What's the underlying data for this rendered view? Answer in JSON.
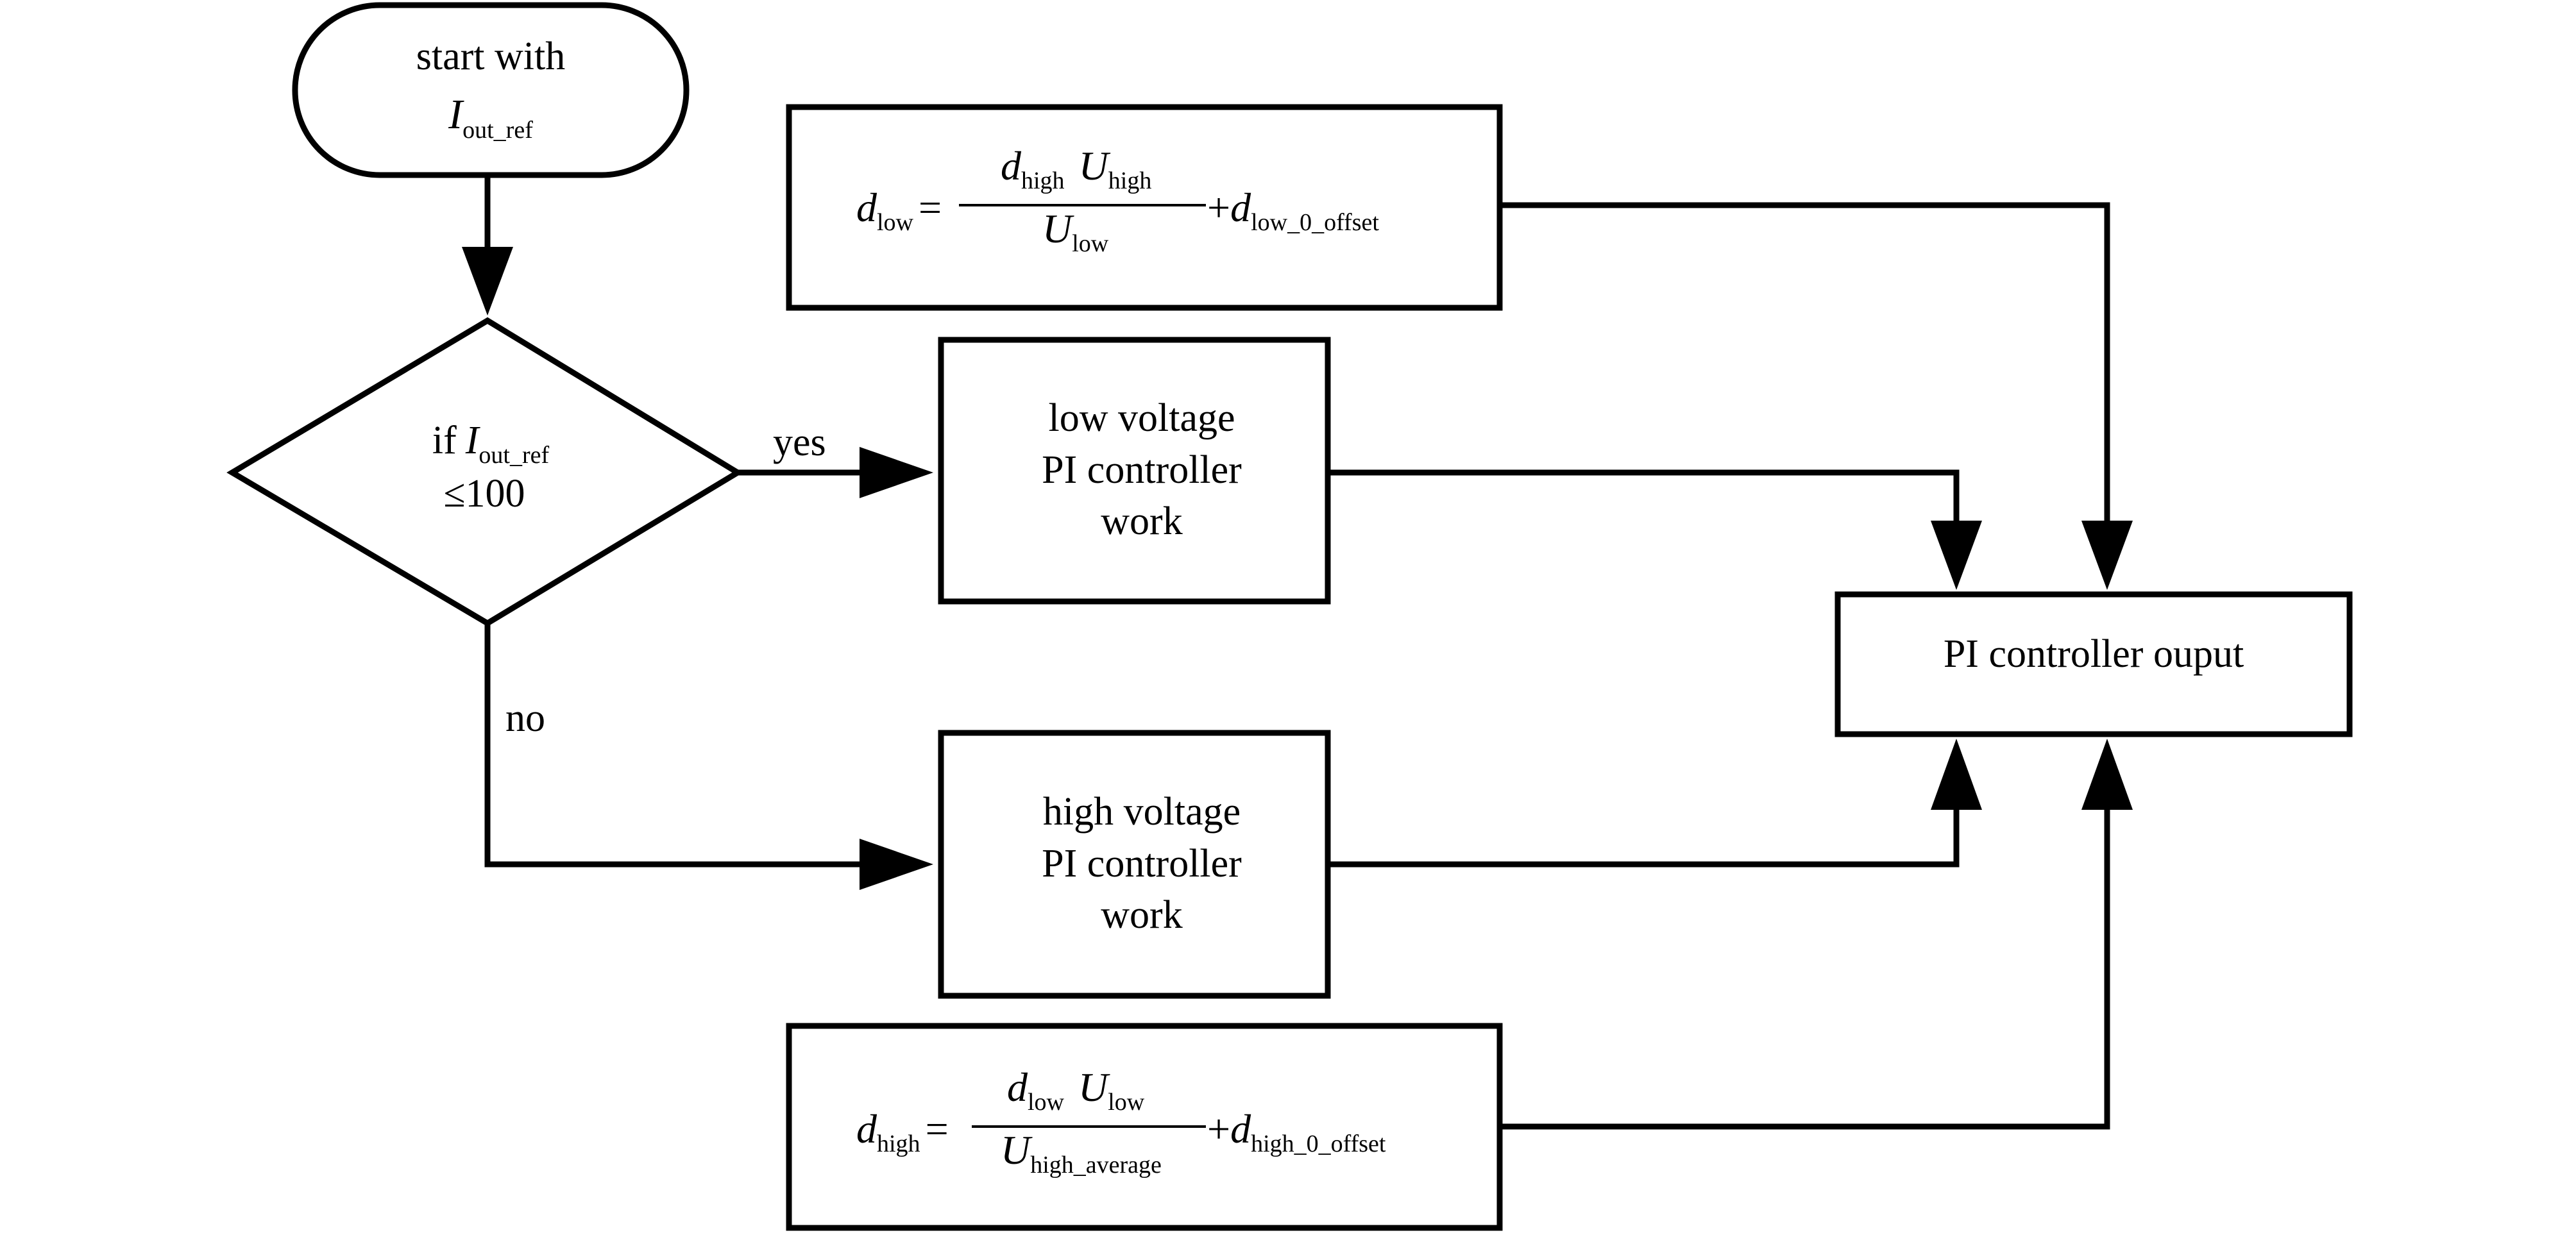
{
  "colors": {
    "stroke": "#000000",
    "background": "#ffffff",
    "text": "#000000"
  },
  "start": {
    "line1": "start with",
    "var": "I",
    "var_sub": "out_ref"
  },
  "decision": {
    "prefix": "if",
    "var": "I",
    "var_sub": "out_ref",
    "condition": "≤100"
  },
  "branch_labels": {
    "yes": "yes",
    "no": "no"
  },
  "low_pi": {
    "line1": "low voltage",
    "line2": "PI controller",
    "line3": "work"
  },
  "high_pi": {
    "line1": "high voltage",
    "line2": "PI controller",
    "line3": "work"
  },
  "output": {
    "label": "PI controller ouput"
  },
  "formula_low": {
    "lhs": "d",
    "lhs_sub": "low",
    "eq": "=",
    "num_d": "d",
    "num_d_sub": "high",
    "num_u": "U",
    "num_u_sub": "high",
    "den_u": "U",
    "den_u_sub": "low",
    "plus": "+",
    "off_d": "d",
    "off_sub": "low_0_offset"
  },
  "formula_high": {
    "lhs": "d",
    "lhs_sub": "high",
    "eq": "=",
    "num_d": "d",
    "num_d_sub": "low",
    "num_u": "U",
    "num_u_sub": "low",
    "den_u": "U",
    "den_u_sub": "high_average",
    "plus": "+",
    "off_d": "d",
    "off_sub": "high_0_offset"
  }
}
